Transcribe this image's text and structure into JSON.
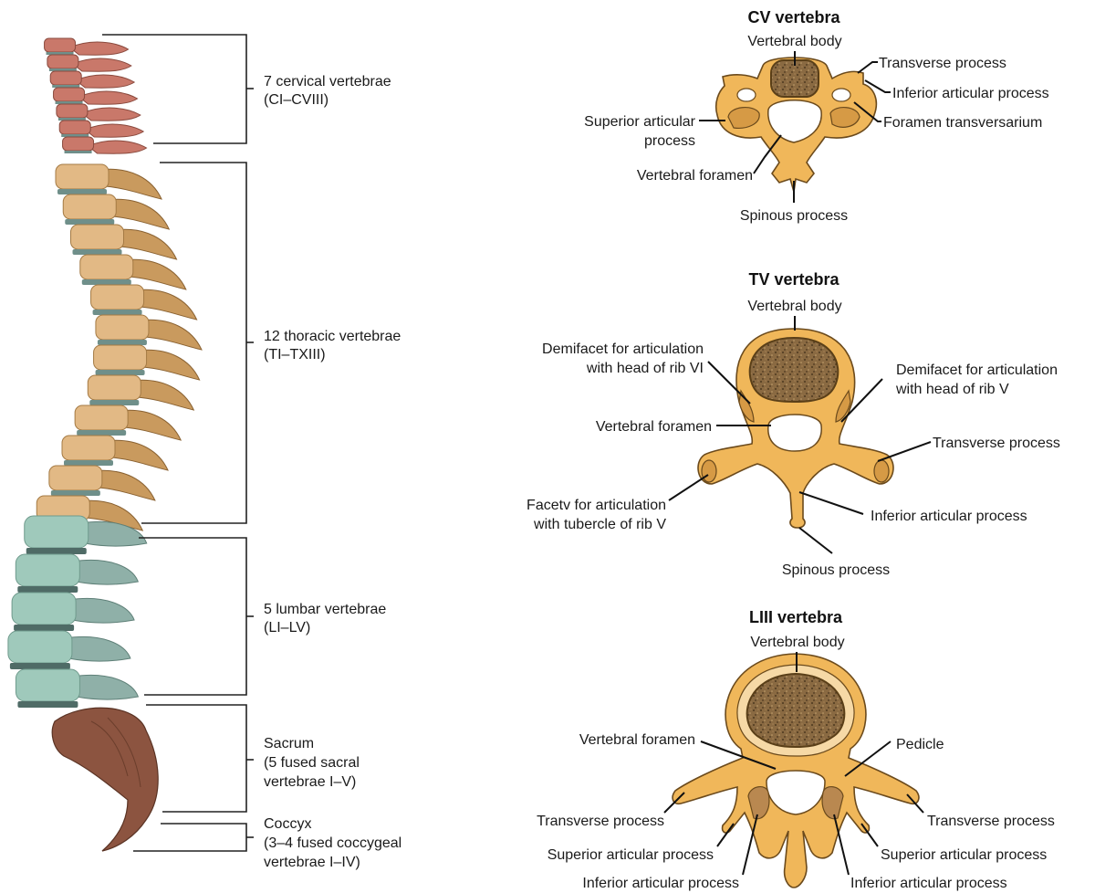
{
  "colors": {
    "cervical": "#c9786a",
    "thoracic": "#e2b985",
    "lumbar": "#9fc9bb",
    "sacrum": "#8c5440",
    "disc": "#6f8f8a",
    "bone": "#f0b75a",
    "bone_dark": "#c98a32",
    "body_fill": "#8a6a42"
  },
  "spine_groups": [
    {
      "line1": "7 cervical vertebrae",
      "line2": "(CI–CVIII)",
      "line3": ""
    },
    {
      "line1": "12 thoracic vertebrae",
      "line2": "(TI–TXIII)",
      "line3": ""
    },
    {
      "line1": "5 lumbar vertebrae",
      "line2": "(LI–LV)",
      "line3": ""
    },
    {
      "line1": "Sacrum",
      "line2": "(5 fused sacral",
      "line3": "vertebrae I–V)"
    },
    {
      "line1": "Coccyx",
      "line2": "(3–4 fused coccygeal",
      "line3": "vertebrae I–IV)"
    }
  ],
  "cv": {
    "title": "CV vertebra",
    "vertebral_body": "Vertebral body",
    "transverse_process": "Transverse process",
    "inferior_articular_process": "Inferior articular process",
    "foramen_transversarium": "Foramen transversarium",
    "superior_articular_1": "Superior articular",
    "superior_articular_2": "process",
    "vertebral_foramen": "Vertebral foramen",
    "spinous_process": "Spinous process"
  },
  "tv": {
    "title": "TV vertebra",
    "vertebral_body": "Vertebral body",
    "demifacet_left_1": "Demifacet for articulation",
    "demifacet_left_2": "with head of rib VI",
    "demifacet_right_1": "Demifacet for articulation",
    "demifacet_right_2": "with head of rib V",
    "vertebral_foramen": "Vertebral foramen",
    "transverse_process": "Transverse process",
    "facet_1": "Facetv for articulation",
    "facet_2": "with tubercle of rib V",
    "inferior_articular_process": "Inferior articular process",
    "spinous_process": "Spinous process"
  },
  "liii": {
    "title": "LIII vertebra",
    "vertebral_body": "Vertebral body",
    "vertebral_foramen": "Vertebral foramen",
    "pedicle": "Pedicle",
    "transverse_process_left": "Transverse process",
    "transverse_process_right": "Transverse process",
    "superior_articular_left": "Superior articular process",
    "superior_articular_right": "Superior articular process",
    "inferior_articular_left": "Inferior articular process",
    "inferior_articular_right": "Inferior articular process"
  }
}
